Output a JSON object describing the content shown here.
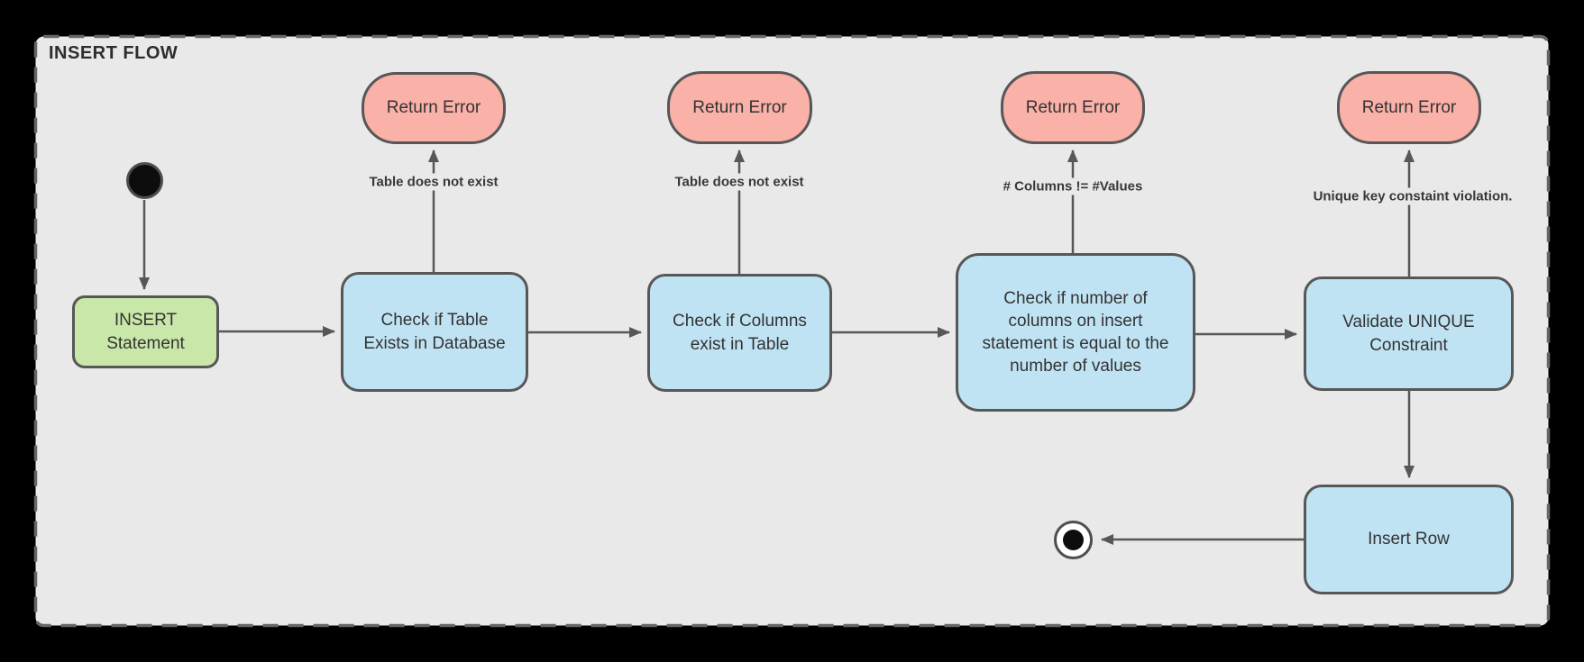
{
  "diagram": {
    "title": "INSERT FLOW",
    "type": "flowchart",
    "nodes": {
      "insert_statement": {
        "label": "INSERT\nStatement"
      },
      "check_table_exists": {
        "label": "Check if Table\nExists in Database"
      },
      "check_columns_exist": {
        "label": "Check if Columns\nexist in Table"
      },
      "check_column_value_count": {
        "label": "Check if number of\ncolumns on insert\nstatement is equal to the\nnumber of values"
      },
      "validate_unique_constraint": {
        "label": "Validate UNIQUE\nConstraint"
      },
      "insert_row": {
        "label": "Insert Row"
      },
      "return_error_1": {
        "label": "Return Error"
      },
      "return_error_2": {
        "label": "Return Error"
      },
      "return_error_3": {
        "label": "Return Error"
      },
      "return_error_4": {
        "label": "Return Error"
      }
    },
    "edge_labels": {
      "table_not_exist_1": "Table does not exist",
      "table_not_exist_2": "Table does not exist",
      "columns_values_mismatch": "# Columns != #Values",
      "unique_violation": "Unique key constaint violation."
    },
    "colors": {
      "page_background": "#000000",
      "frame_fill": "#e9e9e9",
      "frame_border": "#666666",
      "node_border": "#575757",
      "start_end_fill": "#0d0d0d",
      "green_fill": "#c8e7a9",
      "blue_fill": "#c0e3f3",
      "red_fill": "#f9b1a8",
      "text": "#333333",
      "arrow": "#575757"
    }
  }
}
